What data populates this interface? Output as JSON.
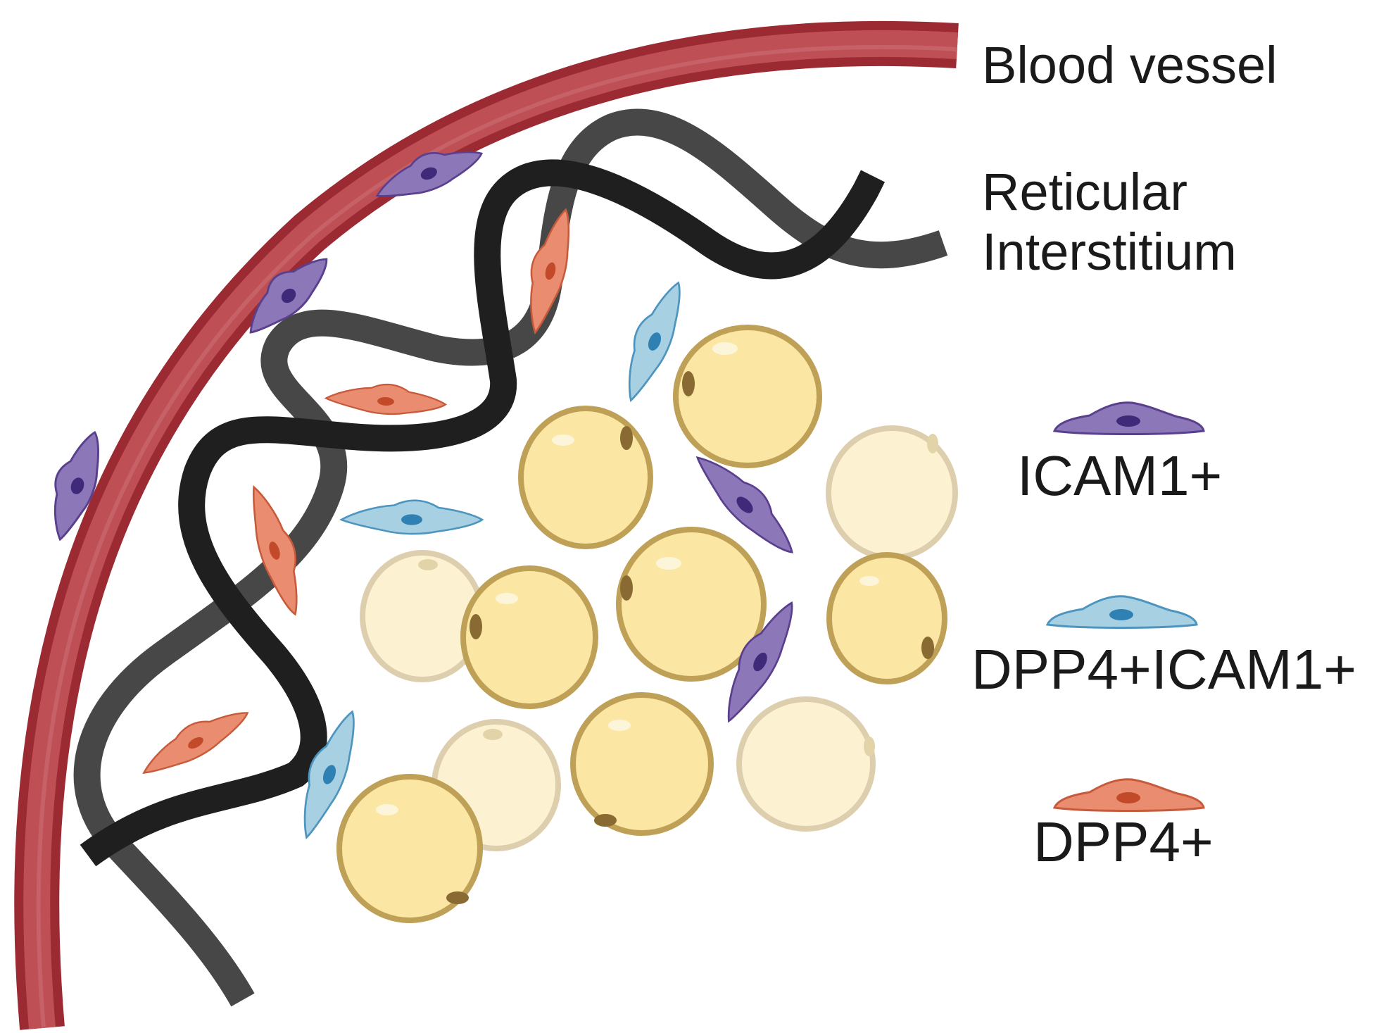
{
  "labels": {
    "blood_vessel": "Blood vessel",
    "reticular_interstitium": [
      "Reticular",
      "Interstitium"
    ],
    "legend_icam1": "ICAM1+",
    "legend_dpp4_icam1": "DPP4+ICAM1+",
    "legend_dpp4": "DPP4+"
  },
  "colors": {
    "vessel_outer": "#9b2a33",
    "vessel_inner": "#bd4f55",
    "fiber_black": "#1f1f1f",
    "fiber_gray": "#474747",
    "icam1_fill": "#8c78b8",
    "icam1_stroke": "#5a3f8e",
    "icam1_nucleus": "#3f2a7a",
    "dpp4_icam1_fill": "#a7d0e3",
    "dpp4_icam1_stroke": "#4d95bf",
    "dpp4_icam1_nucleus": "#2f81b4",
    "dpp4_fill": "#e98c6f",
    "dpp4_stroke": "#c85a3c",
    "dpp4_nucleus": "#c24a2a",
    "adipocyte_fill": "#fbe7a3",
    "adipocyte_stroke": "#bfa057",
    "adipocyte_faded_fill": "#fcf2d2",
    "adipocyte_faded_stroke": "#ddcfad"
  }
}
